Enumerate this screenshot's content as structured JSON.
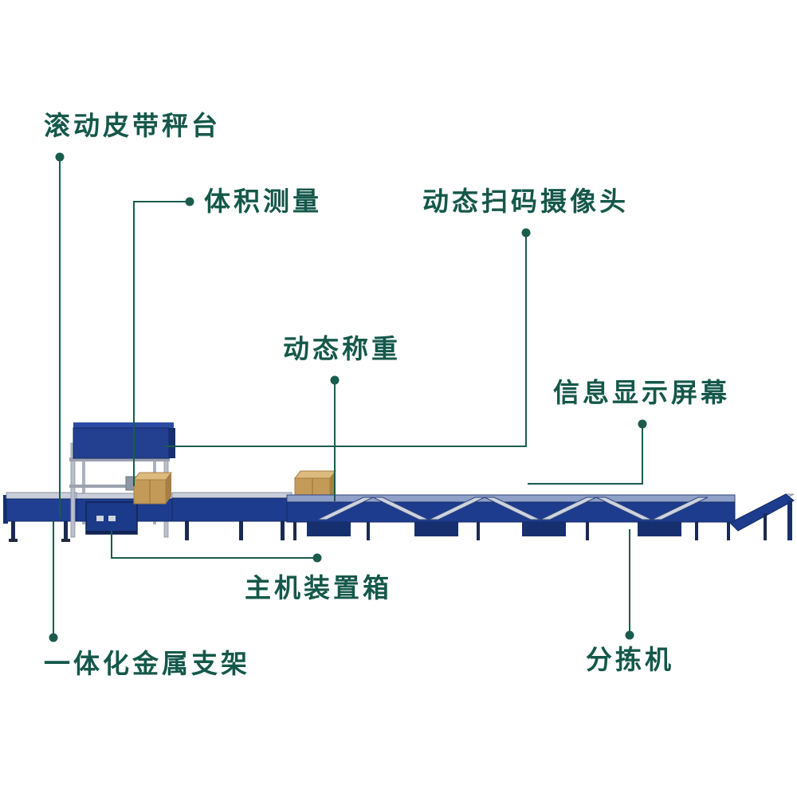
{
  "diagram": {
    "title_none": "",
    "type": "annotated-equipment-diagram",
    "subject": "logistics parcel sorting conveyor line"
  },
  "colors": {
    "background": "#ffffff",
    "label_text": "#15584a",
    "leader_line": "#1a5c4e",
    "machine_navy": "#1e3c8e",
    "machine_navy_dark": "#16306f",
    "frame_gray": "#c9cfda",
    "carton_tan": "#c49a58"
  },
  "labels": [
    {
      "id": "rolling-belt-scale",
      "text": "滚动皮带秤台"
    },
    {
      "id": "volume-measure",
      "text": "体积测量"
    },
    {
      "id": "scan-camera",
      "text": "动态扫码摄像头"
    },
    {
      "id": "dynamic-weighing",
      "text": "动态称重"
    },
    {
      "id": "info-screen",
      "text": "信息显示屏幕"
    },
    {
      "id": "host-box",
      "text": "主机装置箱"
    },
    {
      "id": "metal-bracket",
      "text": "一体化金属支架"
    },
    {
      "id": "sorter",
      "text": "分拣机"
    }
  ]
}
